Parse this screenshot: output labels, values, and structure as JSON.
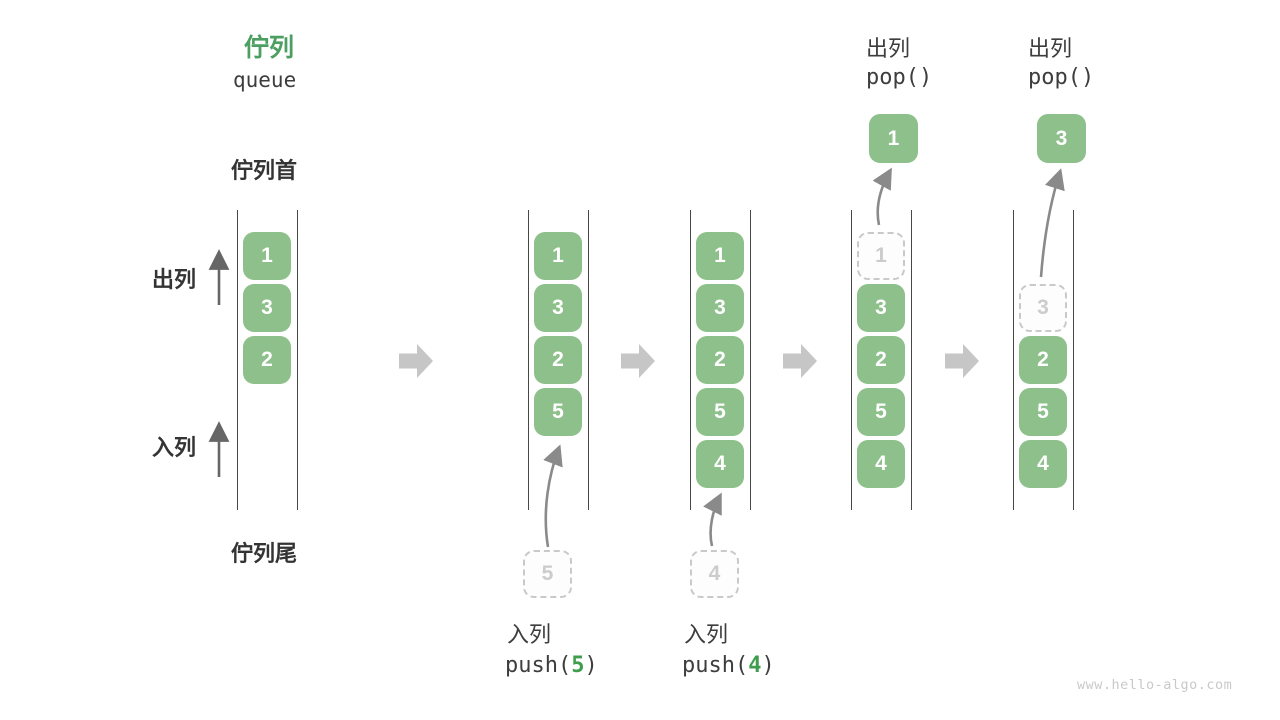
{
  "legend": {
    "title": "佇列",
    "subtitle": "queue",
    "front_label": "佇列首",
    "rear_label": "佇列尾",
    "dequeue_label": "出列",
    "enqueue_label": "入列"
  },
  "watermark": "www.hello-algo.com",
  "colors": {
    "title_green": "#4c9f60",
    "box_green": "#8ec08b",
    "accent_green": "#3f9e4d",
    "block_arrow_gray": "#c6c6c6",
    "thin_arrow_gray": "#8a8a8a",
    "ghost_gray": "#c9c9c9",
    "text_dark": "#3d3d3d"
  },
  "states": [
    {
      "cells": [
        {
          "value": "1"
        },
        {
          "value": "3"
        },
        {
          "value": "2"
        }
      ]
    },
    {
      "cells": [
        {
          "value": "1"
        },
        {
          "value": "3"
        },
        {
          "value": "2"
        },
        {
          "value": "5"
        }
      ],
      "incoming": {
        "value": "5"
      },
      "op": {
        "action": "入列",
        "fn": "push(",
        "arg": "5",
        "close": ")"
      }
    },
    {
      "cells": [
        {
          "value": "1"
        },
        {
          "value": "3"
        },
        {
          "value": "2"
        },
        {
          "value": "5"
        },
        {
          "value": "4"
        }
      ],
      "incoming": {
        "value": "4"
      },
      "op": {
        "action": "入列",
        "fn": "push(",
        "arg": "4",
        "close": ")"
      }
    },
    {
      "cells": [
        {
          "value": "1",
          "ghost": true
        },
        {
          "value": "3"
        },
        {
          "value": "2"
        },
        {
          "value": "5"
        },
        {
          "value": "4"
        }
      ],
      "popped": {
        "value": "1"
      },
      "op": {
        "action": "出列",
        "call": "pop()"
      }
    },
    {
      "cells": [
        {
          "value": "3",
          "ghost": true
        },
        {
          "value": "2"
        },
        {
          "value": "5"
        },
        {
          "value": "4"
        }
      ],
      "popped": {
        "value": "3"
      },
      "op": {
        "action": "出列",
        "call": "pop()"
      }
    }
  ]
}
